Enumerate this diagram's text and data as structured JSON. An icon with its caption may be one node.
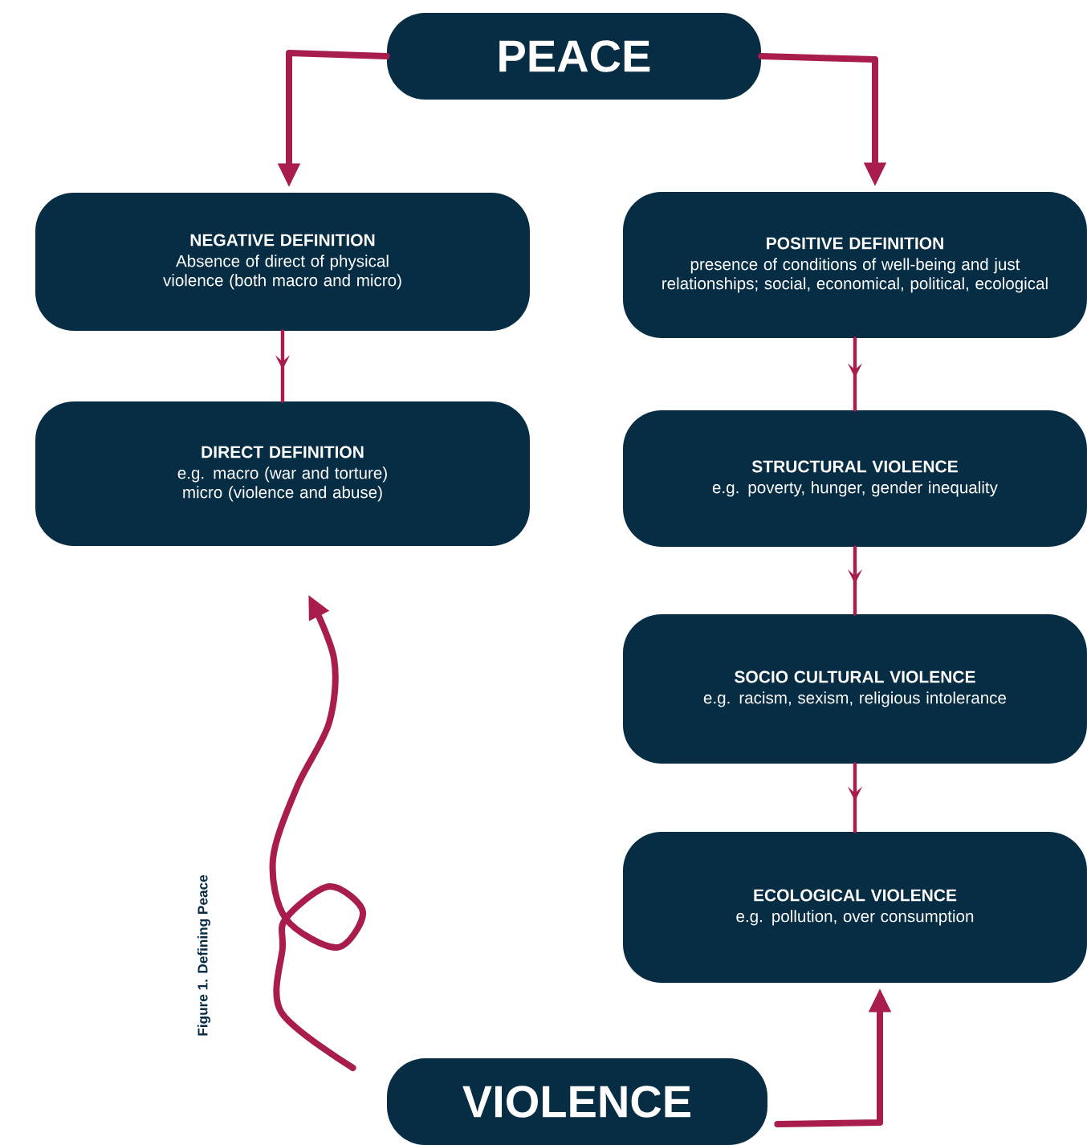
{
  "diagram": {
    "nodes": [
      {
        "text": [
          "PEACE"
        ]
      },
      {
        "text": [
          "NEGATIVE DEFINITION",
          "Absence of direct of physical violence (both macro and micro)"
        ]
      },
      {
        "text": [
          "DIRECT DEFINITION",
          "e.g. macro (war and torture) micro (violence and abuse)"
        ]
      },
      {
        "text": [
          "POSITIVE DEFINITION",
          "presence of conditions of well-being and just relationships; social, economical, political, ecological"
        ]
      },
      {
        "text": [
          "STRUCTURAL VIOLENCE",
          "e.g. poverty, hunger, gender inequality"
        ]
      },
      {
        "text": [
          "SOCIO CULTURAL VIOLENCE",
          "e.g. racism, sexism, religious intolerance"
        ]
      },
      {
        "text": [
          "ECOLOGICAL VIOLENCE",
          "e.g. pollution, over consumption"
        ]
      },
      {
        "text": [
          "VIOLENCE"
        ]
      }
    ],
    "edges": [
      {
        "from": 0,
        "to": 1,
        "arrow": "to",
        "style": "thick"
      },
      {
        "from": 0,
        "to": 3,
        "arrow": "to",
        "style": "thick"
      },
      {
        "from": 1,
        "to": 2,
        "arrow": "to"
      },
      {
        "from": 3,
        "to": 4,
        "arrow": "to"
      },
      {
        "from": 4,
        "to": 5,
        "arrow": "to"
      },
      {
        "from": 5,
        "to": 6,
        "arrow": "to"
      },
      {
        "from": 7,
        "to": 2,
        "arrow": "to",
        "style": "thick"
      },
      {
        "from": 7,
        "to": 6,
        "arrow": "to",
        "style": "thick"
      }
    ],
    "labels": [
      "Figure 1. Defining Peace"
    ]
  }
}
